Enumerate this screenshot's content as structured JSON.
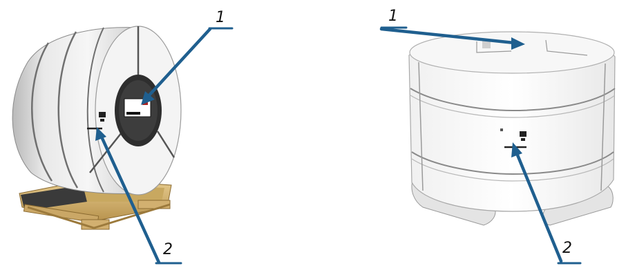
{
  "figure": {
    "left_panel": {
      "callout_1": "1",
      "callout_2": "2"
    },
    "right_panel": {
      "callout_1": "1",
      "callout_2": "2"
    }
  },
  "colors": {
    "arrow": "#1f5f8f",
    "wood": "#d8b877",
    "coil_edge": "#6b6b6b",
    "label": "#222222"
  }
}
